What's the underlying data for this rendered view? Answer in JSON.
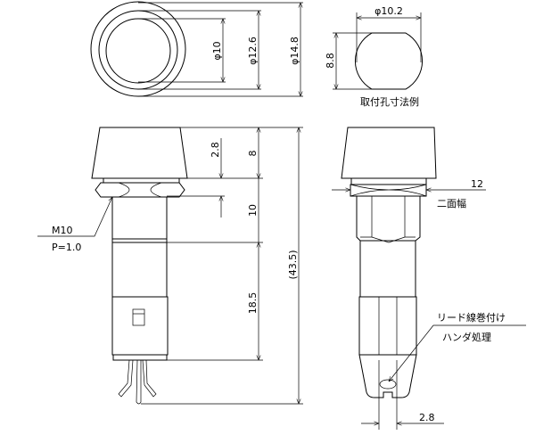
{
  "front_view": {
    "dims": {
      "inner": "φ10",
      "middle": "φ12.6",
      "outer": "φ14.8"
    }
  },
  "mounting_hole": {
    "width": "φ10.2",
    "height": "8.8",
    "caption": "取付孔寸法例"
  },
  "side_view": {
    "dims": {
      "cap_height": "8",
      "nut_offset": "2.8",
      "thread_length": "10",
      "body_length": "18.5",
      "total_length": "(43.5)"
    },
    "thread_label": "M10",
    "pitch_label": "P=1.0"
  },
  "end_view": {
    "across_flats": "12",
    "across_flats_label": "二面幅",
    "lead_note_1": "リード線巻付け",
    "lead_note_2": "ハンダ処理",
    "pin_width": "2.8"
  }
}
